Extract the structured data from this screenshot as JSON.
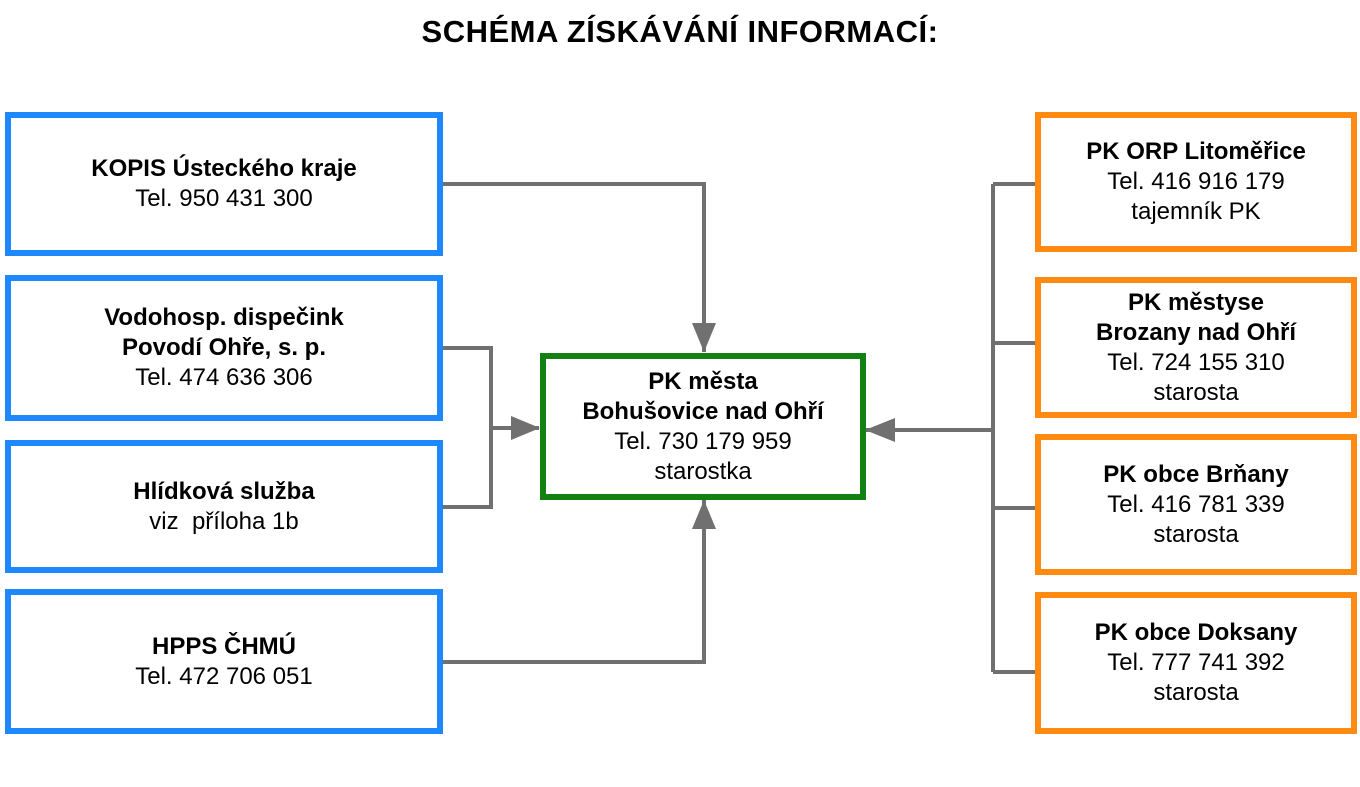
{
  "title": "SCHÉMA ZÍSKÁVÁNÍ INFORMACÍ:",
  "colors": {
    "blue": "#1e88ff",
    "orange": "#ff8a12",
    "green": "#128012",
    "connector": "#707070"
  },
  "center": {
    "name1": "PK města",
    "name2": "Bohušovice nad Ohří",
    "tel": "Tel. 730 179 959",
    "role": "starostka"
  },
  "left": [
    {
      "name": "KOPIS Ústeckého kraje",
      "tel": "Tel. 950 431 300"
    },
    {
      "name1": "Vodohosp. dispečink",
      "name2": "Povodí Ohře, s. p.",
      "tel": "Tel. 474 636 306"
    },
    {
      "name": "Hlídková služba",
      "note": "viz  příloha 1b"
    },
    {
      "name": "HPPS ČHMÚ",
      "tel": "Tel. 472 706 051"
    }
  ],
  "right": [
    {
      "name": "PK ORP Litoměřice",
      "tel": "Tel. 416 916 179",
      "role": "tajemník PK"
    },
    {
      "name1": "PK městyse",
      "name2": "Brozany nad Ohří",
      "tel": "Tel. 724 155 310",
      "role": "starosta"
    },
    {
      "name": "PK obce Brňany",
      "tel": "Tel. 416 781 339",
      "role": "starosta"
    },
    {
      "name": "PK obce Doksany",
      "tel": "Tel. 777 741 392",
      "role": "starosta"
    }
  ]
}
